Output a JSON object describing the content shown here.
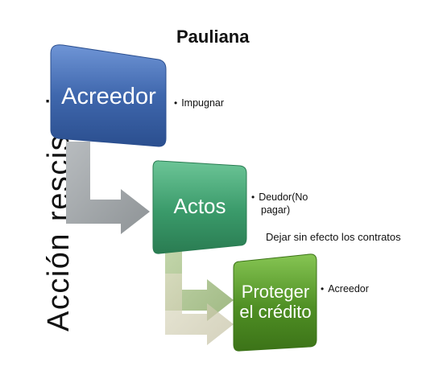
{
  "title": "Pauliana",
  "side_title": [
    "Acción",
    "rescisoria"
  ],
  "steps": [
    {
      "label": "Acreedor",
      "bullet": "Impugnar",
      "color": "#3f67ad"
    },
    {
      "label": "Actos",
      "bullet_lines": [
        "Deudor(No",
        "pagar)"
      ],
      "color": "#3a9a6a"
    },
    {
      "label_lines": [
        "Proteger",
        "el crédito"
      ],
      "bullet": "Acreedor",
      "color": "#4f8f24"
    }
  ],
  "note": "Dejar sin efecto los contratos",
  "bullet_glyph": "•"
}
